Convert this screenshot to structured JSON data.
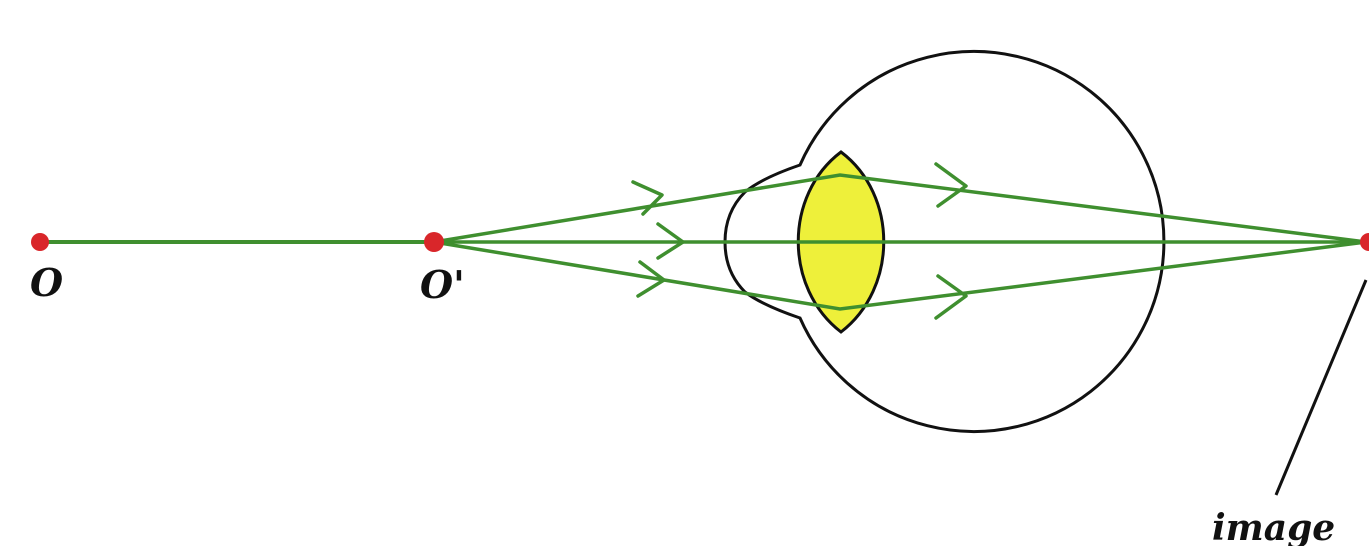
{
  "labels": {
    "object_far": "O",
    "object_near": "O'",
    "image": "image"
  },
  "colors": {
    "ray": "#3f8f2f",
    "point": "#d9262a",
    "lens_fill": "#eef03a",
    "outline": "#111111",
    "background": "#ffffff"
  },
  "icons": {
    "arrowhead": "chevron-right-icon",
    "point": "red-dot-icon"
  }
}
